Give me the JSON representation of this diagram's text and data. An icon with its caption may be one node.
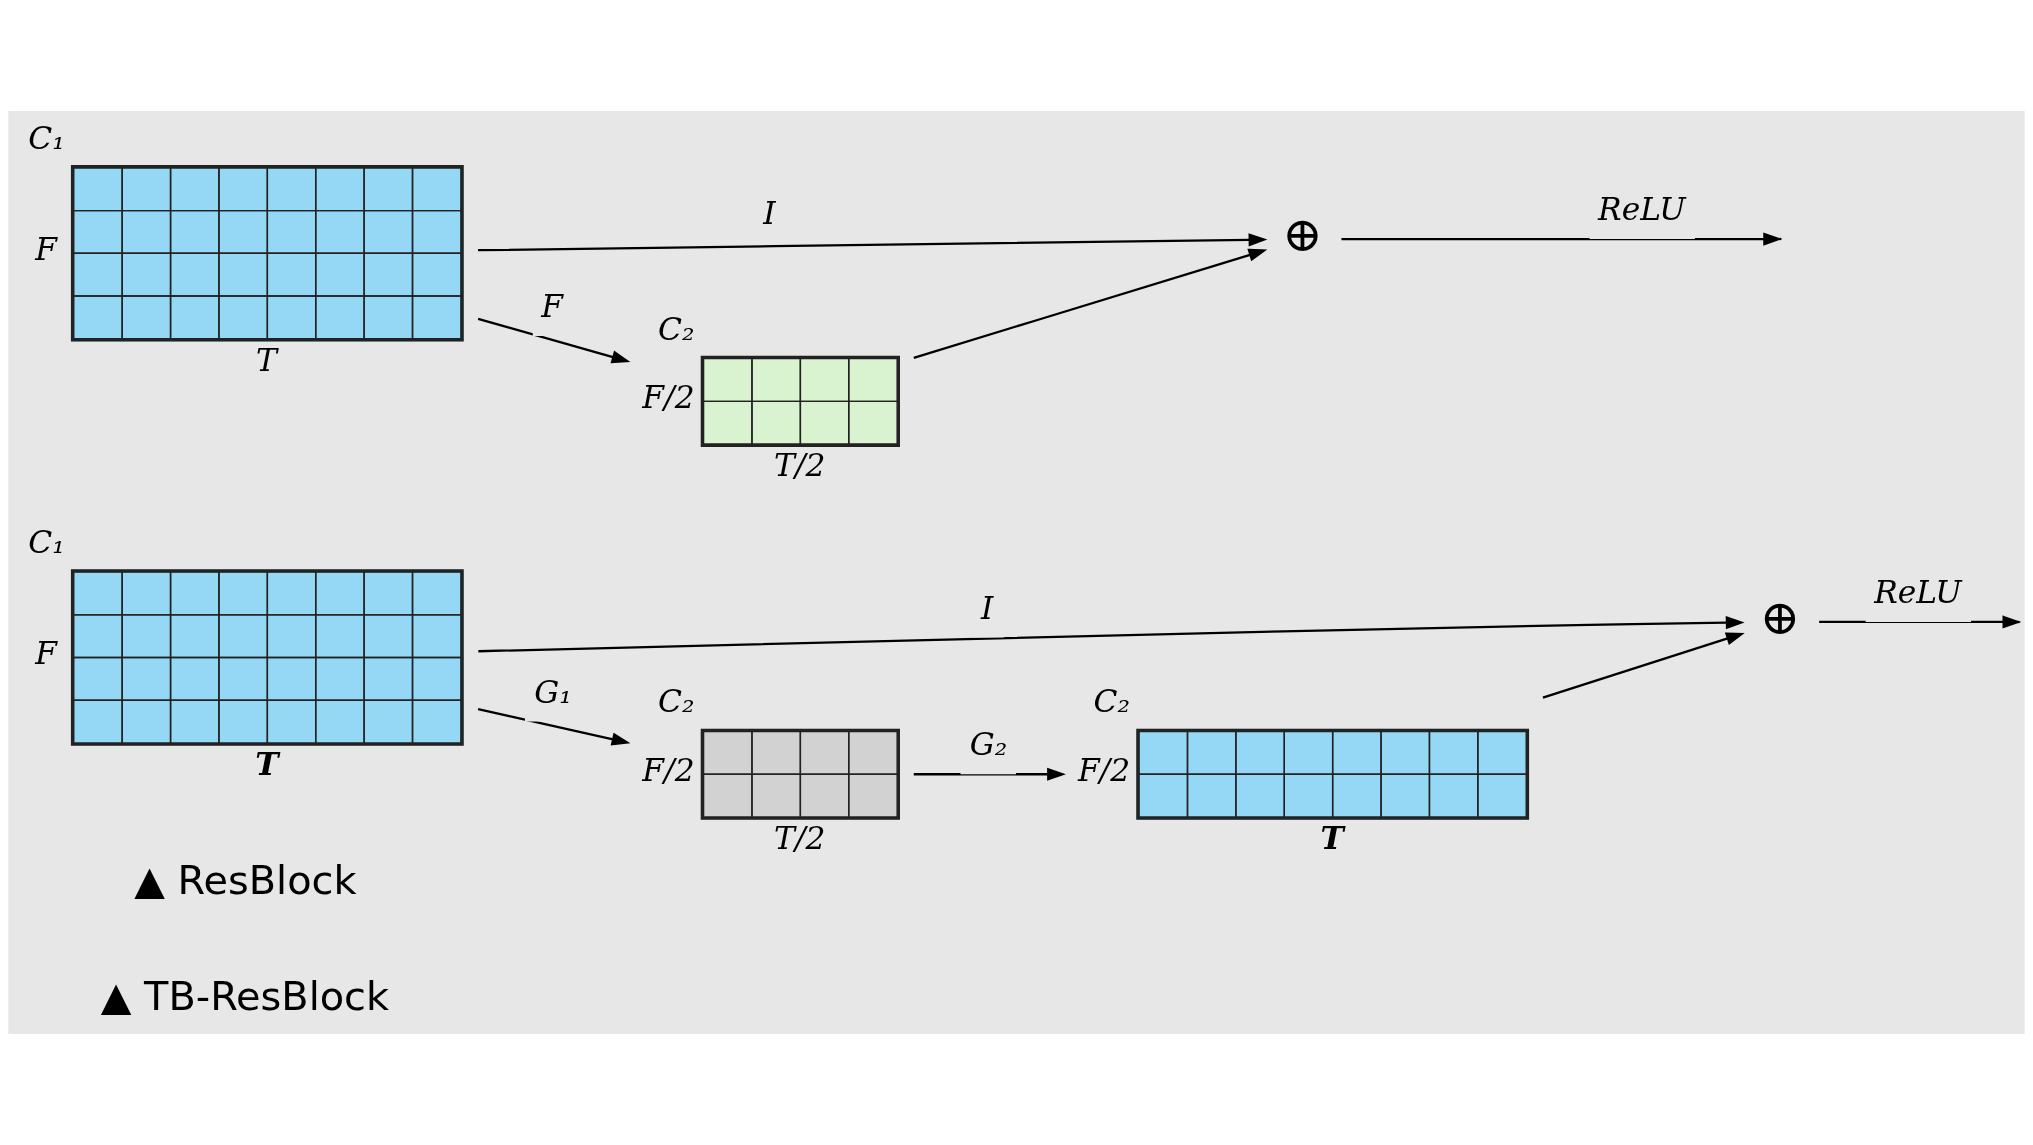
{
  "diagram": {
    "nodes": [
      {
        "text": [],
        "shape": "picture",
        "beside": [
          "C₁",
          "F",
          "T"
        ]
      },
      {
        "text": [],
        "shape": "picture",
        "beside": [
          "C₂",
          "F/2",
          "T/2"
        ]
      },
      {
        "text": [
          "⊕"
        ]
      },
      {
        "text": [],
        "shape": "picture",
        "beside": [
          "C₁",
          "F",
          "T"
        ]
      },
      {
        "text": [],
        "shape": "picture",
        "beside": [
          "C₂",
          "F/2",
          "T/2"
        ]
      },
      {
        "text": [],
        "shape": "picture",
        "beside": [
          "C₂",
          "F/2",
          "T"
        ]
      },
      {
        "text": [
          "⊕"
        ]
      }
    ],
    "edges": [
      {
        "from": 0,
        "to": 1,
        "arrow": "to",
        "label": "F"
      },
      {
        "from": 0,
        "to": 2,
        "arrow": "to",
        "label": "I"
      },
      {
        "from": 1,
        "to": 2,
        "arrow": "to"
      },
      {
        "from": 2,
        "to": null,
        "arrow": "to",
        "label": "ReLU"
      },
      {
        "from": 3,
        "to": 4,
        "arrow": "to",
        "label": "G₁"
      },
      {
        "from": 3,
        "to": 6,
        "arrow": "to",
        "label": "I"
      },
      {
        "from": 4,
        "to": 5,
        "arrow": "to",
        "label": "G₂"
      },
      {
        "from": 5,
        "to": 6,
        "arrow": "to"
      },
      {
        "from": 6,
        "to": null,
        "arrow": "to",
        "label": "ReLU"
      }
    ],
    "labels": [
      "▲ ResBlock",
      "▲ TB-ResBlock"
    ]
  }
}
